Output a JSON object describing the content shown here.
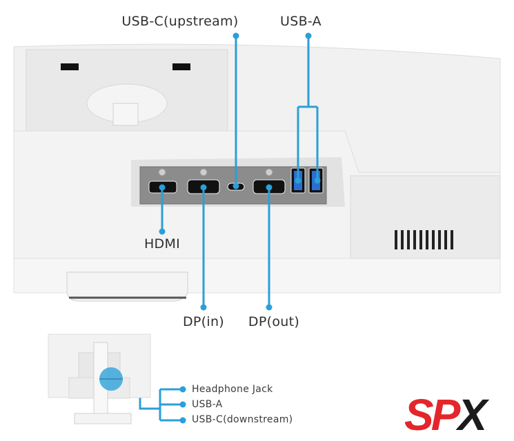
{
  "labels": {
    "usb_c_upstream": "USB-C(upstream)",
    "usb_a_top": "USB-A",
    "hdmi": "HDMI",
    "dp_in": "DP(in)",
    "dp_out": "DP(out)",
    "headphone_jack": "Headphone Jack",
    "usb_a_side": "USB-A",
    "usb_c_downstream": "USB-C(downstream)"
  },
  "logo": {
    "text_red": "SP",
    "text_black": "X"
  },
  "colors": {
    "accent": "#2a9fd8",
    "port_panel": "#8c8c8c",
    "logo_red": "#e3262b"
  }
}
